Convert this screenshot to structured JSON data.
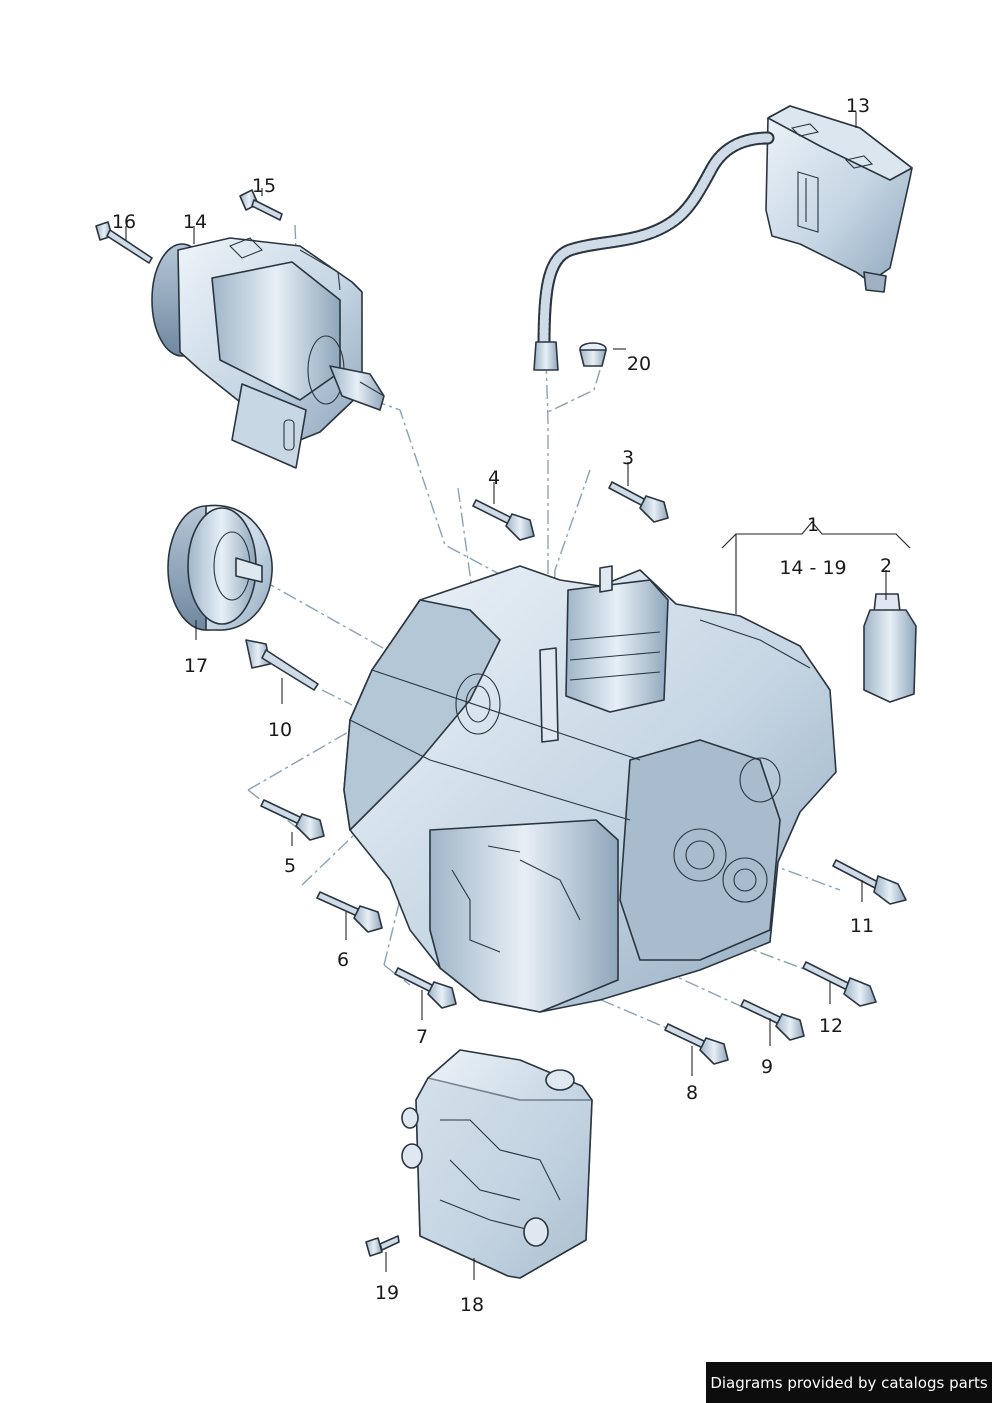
{
  "callouts": {
    "c1": "1",
    "c1_range": "14 - 19",
    "c2": "2",
    "c3": "3",
    "c4": "4",
    "c5": "5",
    "c6": "6",
    "c7": "7",
    "c8": "8",
    "c9": "9",
    "c10": "10",
    "c11": "11",
    "c12": "12",
    "c13": "13",
    "c14": "14",
    "c15": "15",
    "c16": "16",
    "c17": "17",
    "c18": "18",
    "c19": "19",
    "c20": "20"
  },
  "colors": {
    "metal_light": "#dfe9f2",
    "metal_mid": "#b9cbdb",
    "metal_dark": "#7f98ae",
    "outline": "#2a3540",
    "guide_line": "#8aa2b8"
  },
  "footer": {
    "credit": "Diagrams provided by catalogs parts"
  }
}
